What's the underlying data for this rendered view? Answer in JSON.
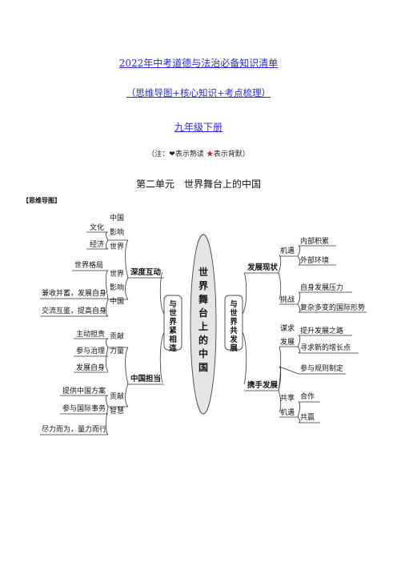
{
  "header": {
    "title": "2022年中考道德与法治必备知识清单",
    "subtitle": "（思维导图+核心知识+考点梳理）",
    "grade": "九年级下册",
    "note_prefix": "（注：",
    "note_heart": "❤",
    "note_heart_text": "表示熟读",
    "note_star": "★",
    "note_star_text": "表示背默）",
    "unit_label": "第二单元",
    "unit_title": "世界舞台上的中国",
    "mindmap_tag": "【思维导图】"
  },
  "mindmap": {
    "center": [
      "世",
      "界",
      "舞",
      "台",
      "上",
      "的",
      "中",
      "国"
    ],
    "left_main": [
      "与",
      "世",
      "界",
      "紧",
      "相",
      "连"
    ],
    "right_main": [
      "与",
      "世",
      "界",
      "共",
      "发",
      "展"
    ],
    "left": {
      "branch1": {
        "label": "深度互动",
        "sub1": {
          "label": [
            "中国",
            "影响",
            "世界"
          ],
          "items": [
            "文化",
            "经济"
          ]
        },
        "sub2": {
          "label": [
            "世界",
            "影响",
            "中国"
          ],
          "items": [
            "世界格局",
            "兼收并蓄，发展自身",
            "交流互鉴，提高自身"
          ]
        }
      },
      "branch2": {
        "label": "中国担当",
        "sub1": {
          "label": [
            "贡献",
            "力量"
          ],
          "items": [
            "主动担责",
            "参与治理",
            "发展自身"
          ]
        },
        "sub2": {
          "label": [
            "贡献",
            "智慧"
          ],
          "items": [
            "提供中国方案",
            "参与国际事务",
            "尽力而为，量力而行"
          ]
        }
      }
    },
    "right": {
      "branch1": {
        "label": "发展现状",
        "sub1": {
          "label": "机遇",
          "items": [
            "内部积累",
            "外部环境"
          ]
        },
        "sub2": {
          "label": "挑战",
          "items": [
            "自身发展压力",
            "复杂多变的国际形势"
          ]
        }
      },
      "branch2": {
        "label": "携手发展",
        "sub1": {
          "label": [
            "谋求",
            "发展"
          ],
          "items": [
            "提升发展之路",
            "寻求新的增长点"
          ]
        },
        "sub2": {
          "label": "参与规则制定"
        },
        "sub3": {
          "label": [
            "共享",
            "机遇"
          ],
          "items": [
            "合作",
            "共赢"
          ]
        }
      }
    }
  }
}
